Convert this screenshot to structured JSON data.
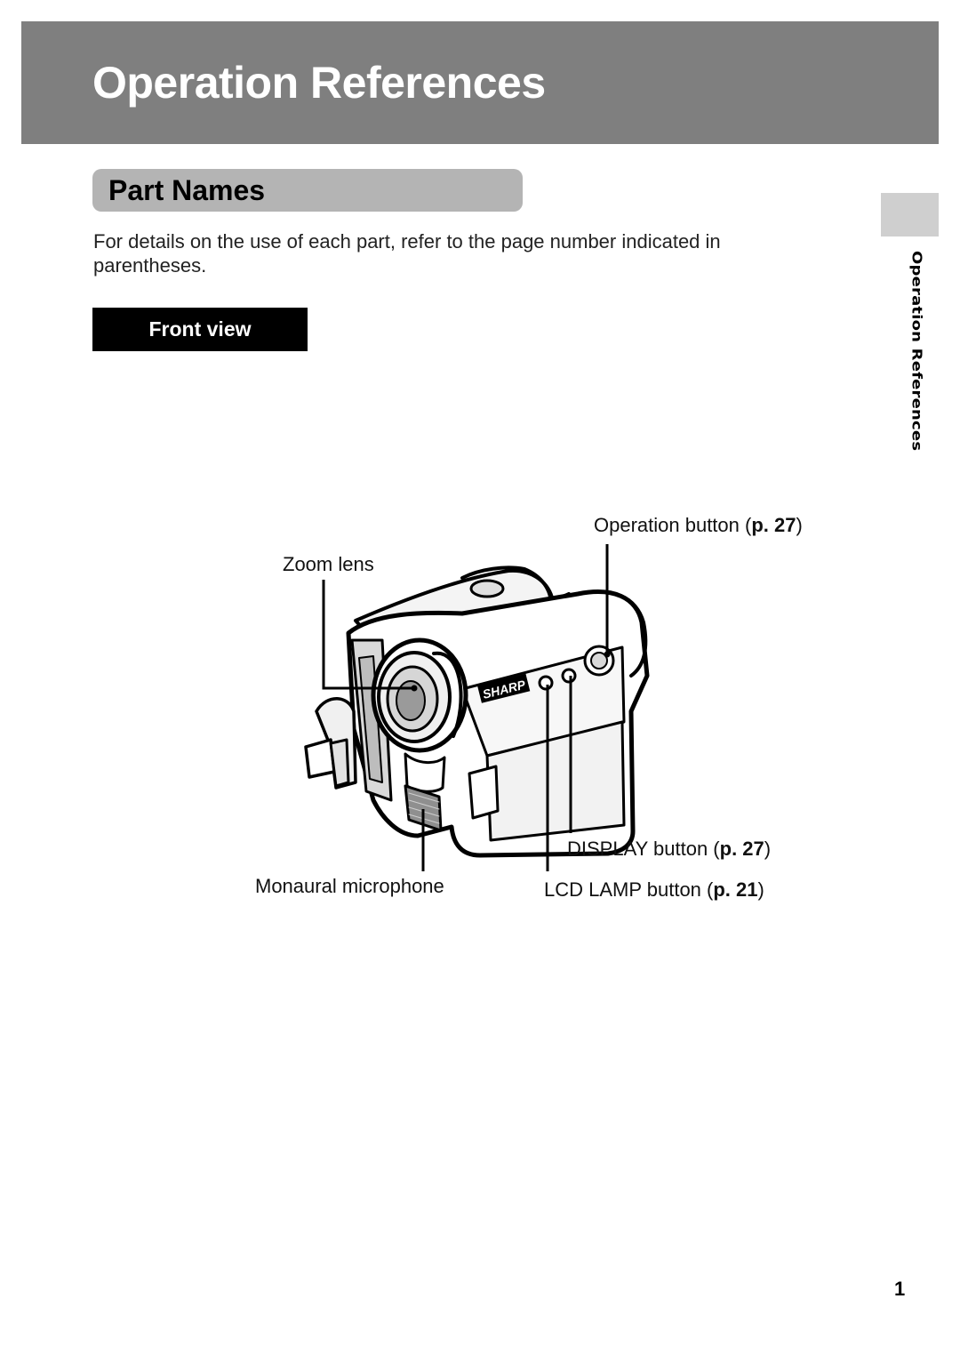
{
  "header": {
    "title": "Operation References"
  },
  "section": {
    "title": "Part Names"
  },
  "intro": "For details on the use of each part, refer to the page number indicated in parentheses.",
  "subsection": {
    "title": "Front view"
  },
  "side_tab": {
    "label": "Operation References"
  },
  "figure": {
    "brand_logo": "SHARP",
    "callouts": {
      "operation_button": {
        "label": "Operation button (",
        "page": "p. 27",
        "close": ")"
      },
      "zoom_lens": {
        "label": "Zoom lens"
      },
      "display_button": {
        "label": "DISPLAY button (",
        "page": "p. 27",
        "close": ")"
      },
      "monaural_microphone": {
        "label": "Monaural microphone"
      },
      "lcd_lamp_button": {
        "label": "LCD LAMP button (",
        "page": "p. 21",
        "close": ")"
      }
    }
  },
  "page_number": "1",
  "colors": {
    "title_band": "#7f7f7f",
    "section_pill": "#b4b4b4",
    "side_tab": "#cfcfcf",
    "subhead_bg": "#000000"
  }
}
